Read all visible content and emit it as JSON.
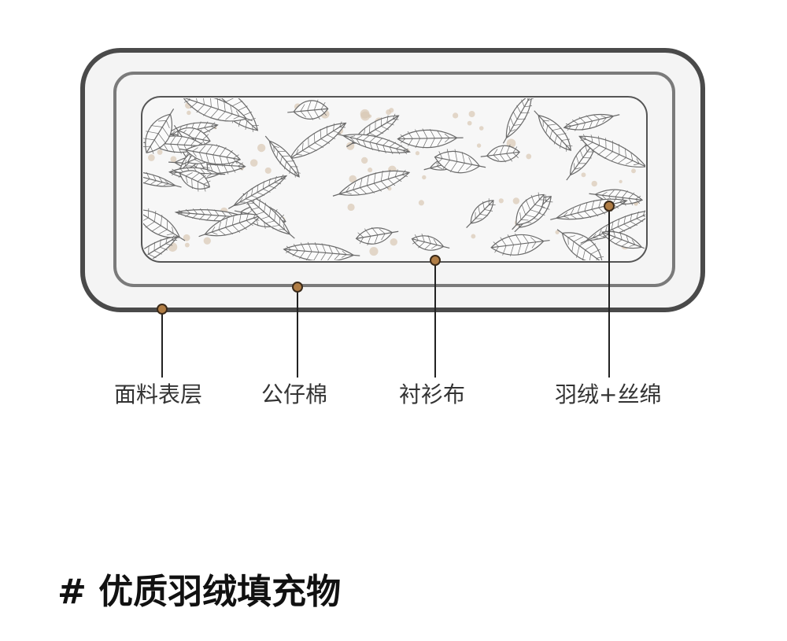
{
  "diagram": {
    "layers": [
      {
        "label": "面料表层"
      },
      {
        "label": "公仔棉"
      },
      {
        "label": "衬衫布"
      },
      {
        "label": "羽绒+丝绵"
      }
    ],
    "colors": {
      "outer_stroke": "#4a4a4a",
      "middle_stroke": "#7a7a7a",
      "inner_stroke": "#555555",
      "fill": "#f4f4f4",
      "marker": "#b07d45",
      "leader_line": "#222222",
      "feather_stroke": "#6a6a6a",
      "speck": "#d9c7b4"
    },
    "icons": {
      "fill_pattern": "feather-icon"
    }
  },
  "section": {
    "title": "# 优质羽绒填充物"
  }
}
